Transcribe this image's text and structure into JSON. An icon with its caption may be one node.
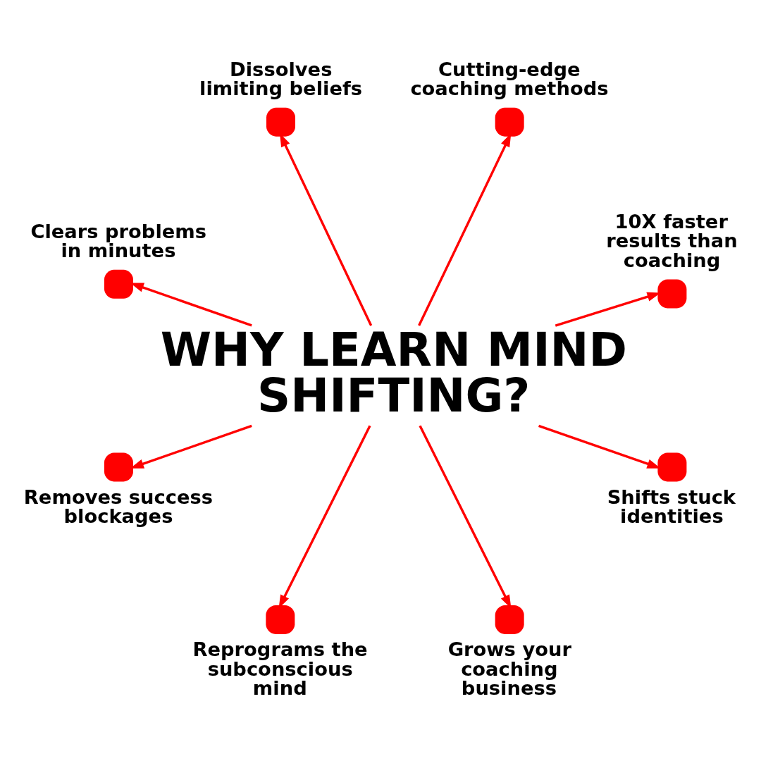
{
  "diagram": {
    "nodes": [
      {
        "text": [
          "WHY LEARN MIND SHIFTING?"
        ]
      },
      {
        "text": [],
        "shape": "circle",
        "beside": [
          "Dissolves limiting beliefs"
        ]
      },
      {
        "text": [],
        "shape": "circle",
        "beside": [
          "Cutting-edge coaching methods"
        ]
      },
      {
        "text": [],
        "shape": "circle",
        "beside": [
          "10X faster results than coaching"
        ]
      },
      {
        "text": [],
        "shape": "circle",
        "beside": [
          "Shifts stuck identities"
        ]
      },
      {
        "text": [],
        "shape": "circle",
        "beside": [
          "Grows your coaching business"
        ]
      },
      {
        "text": [],
        "shape": "circle",
        "beside": [
          "Reprograms the subconscious mind"
        ]
      },
      {
        "text": [],
        "shape": "circle",
        "beside": [
          "Removes success blockages"
        ]
      },
      {
        "text": [],
        "shape": "circle",
        "beside": [
          "Clears problems in minutes"
        ]
      }
    ],
    "edges": [
      {
        "from": 0,
        "to": 1,
        "arrow": "to"
      },
      {
        "from": 0,
        "to": 2,
        "arrow": "to"
      },
      {
        "from": 0,
        "to": 3,
        "arrow": "to"
      },
      {
        "from": 0,
        "to": 4,
        "arrow": "to"
      },
      {
        "from": 0,
        "to": 5,
        "arrow": "to"
      },
      {
        "from": 0,
        "to": 6,
        "arrow": "to"
      },
      {
        "from": 0,
        "to": 7,
        "arrow": "to"
      },
      {
        "from": 0,
        "to": 8,
        "arrow": "to"
      }
    ]
  }
}
